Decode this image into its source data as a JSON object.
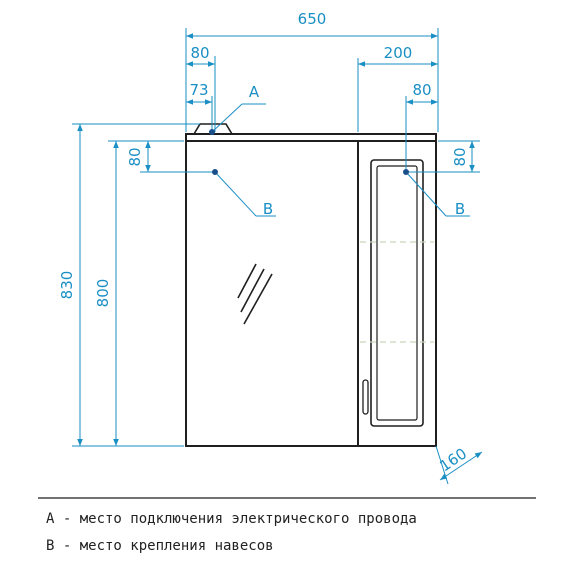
{
  "colors": {
    "dimension": "#1a8fc4",
    "outline": "#1f1f1f",
    "text": "#222222",
    "shelf_dash": "#c8d6b8"
  },
  "dimensions": {
    "total_width": "650",
    "left_offset_80": "80",
    "left_offset_73": "73",
    "right_width": "200",
    "right_offset_80": "80",
    "left_vertical_80": "80",
    "right_vertical_80": "80",
    "total_height": "830",
    "body_height": "800",
    "depth": "160"
  },
  "markers": {
    "a": "A",
    "b_left": "B",
    "b_right": "B"
  },
  "legend": {
    "line_a": "А - место подключения электрического провода",
    "line_b": "В - место крепления навесов"
  }
}
